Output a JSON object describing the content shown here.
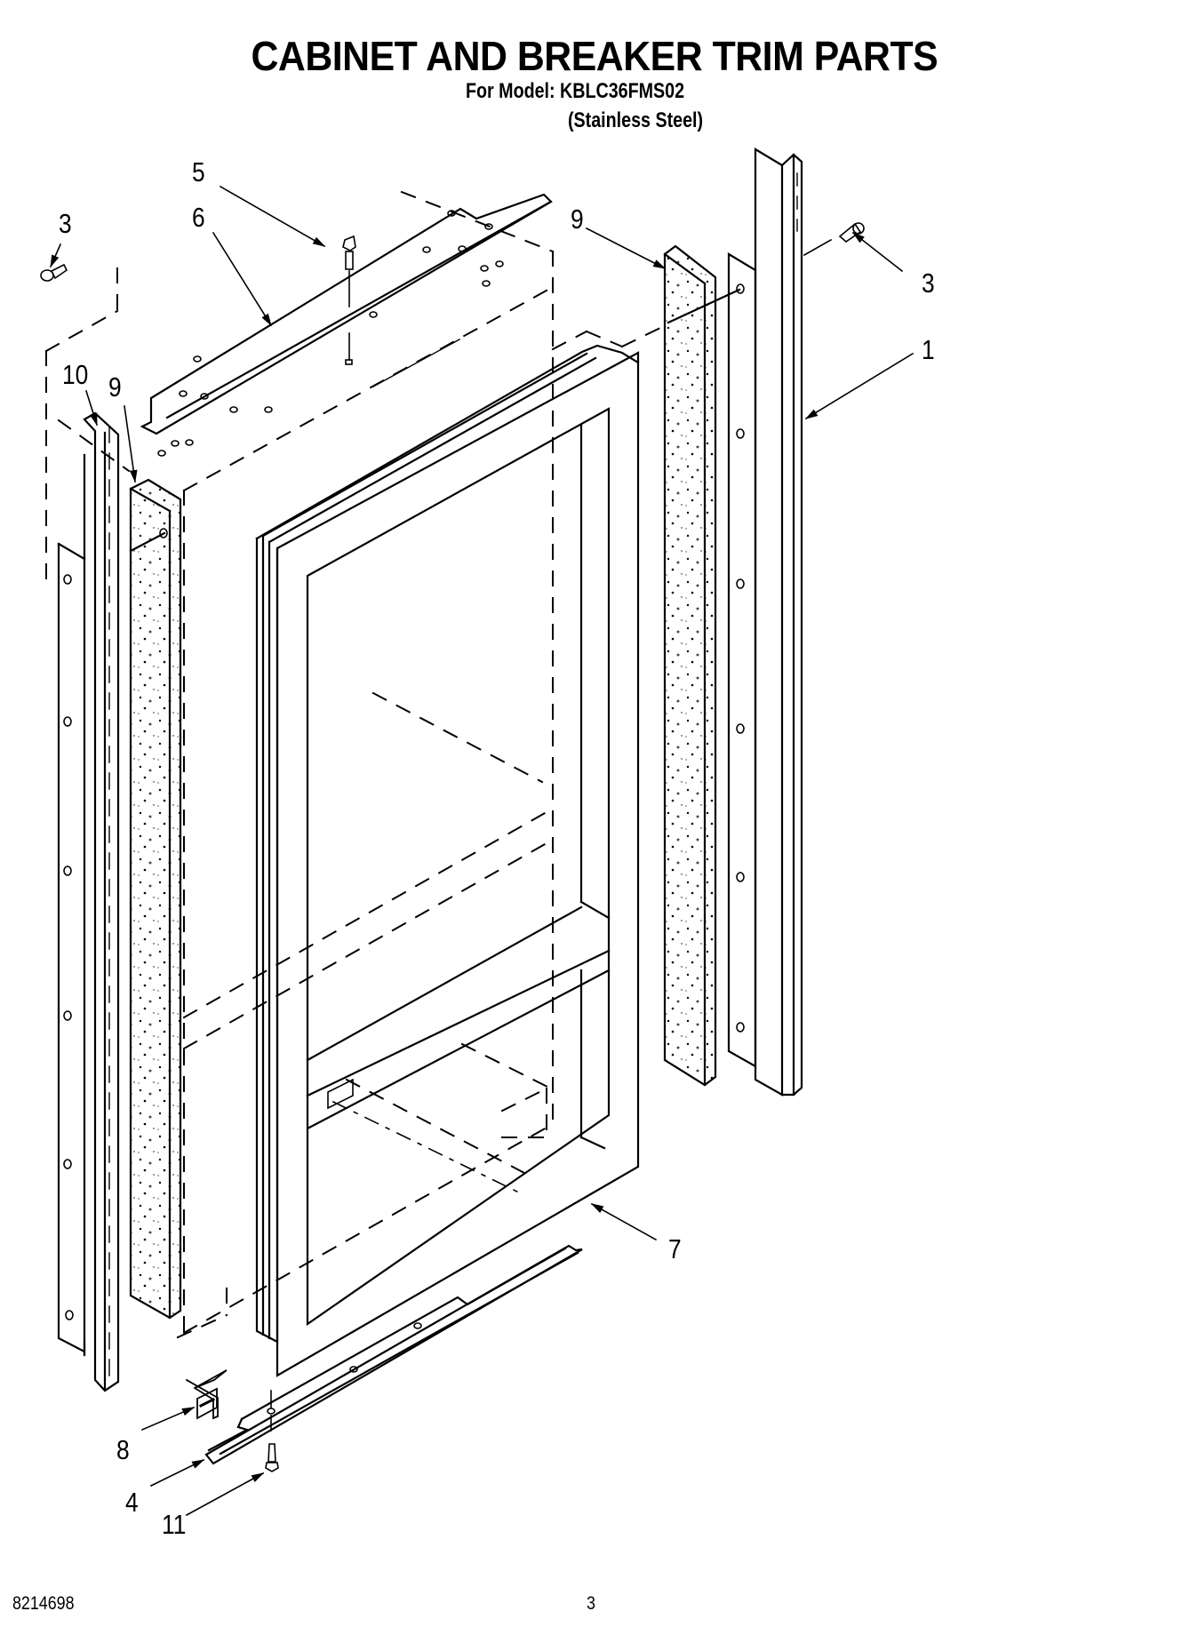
{
  "page": {
    "title": "CABINET AND BREAKER TRIM PARTS",
    "model_line": "For Model: KBLC36FMS02",
    "finish_line": "(Stainless Steel)"
  },
  "callouts": [
    {
      "id": "c1",
      "label": "1",
      "part": "right-side-trim"
    },
    {
      "id": "c3a",
      "label": "3",
      "part": "screw-left"
    },
    {
      "id": "c3b",
      "label": "3",
      "part": "screw-right"
    },
    {
      "id": "c4",
      "label": "4",
      "part": "bottom-trim-bracket"
    },
    {
      "id": "c5",
      "label": "5",
      "part": "screw-top"
    },
    {
      "id": "c6",
      "label": "6",
      "part": "top-trim-bracket"
    },
    {
      "id": "c7",
      "label": "7",
      "part": "door-frame-trim"
    },
    {
      "id": "c8",
      "label": "8",
      "part": "clip"
    },
    {
      "id": "c9a",
      "label": "9",
      "part": "foam-strip-left"
    },
    {
      "id": "c9b",
      "label": "9",
      "part": "foam-strip-right"
    },
    {
      "id": "c10",
      "label": "10",
      "part": "left-side-trim"
    },
    {
      "id": "c11",
      "label": "11",
      "part": "screw-bottom"
    }
  ],
  "footer": {
    "doc_number": "8214698",
    "page_number": "3"
  }
}
